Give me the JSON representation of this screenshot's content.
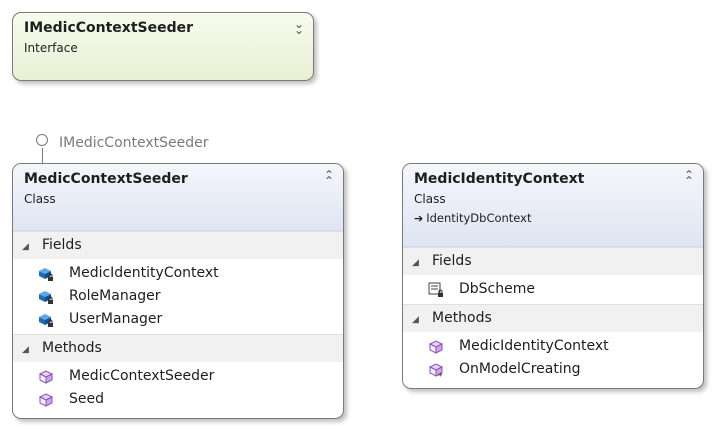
{
  "interface_shape": {
    "title": "IMedicContextSeeder",
    "kind": "Interface"
  },
  "lollipop": {
    "label": "IMedicContextSeeder"
  },
  "seeder_class": {
    "title": "MedicContextSeeder",
    "kind": "Class",
    "fields_label": "Fields",
    "fields": [
      "MedicIdentityContext",
      "RoleManager",
      "UserManager"
    ],
    "methods_label": "Methods",
    "methods": [
      "MedicContextSeeder",
      "Seed"
    ]
  },
  "identity_class": {
    "title": "MedicIdentityContext",
    "kind": "Class",
    "base": "IdentityDbContext",
    "fields_label": "Fields",
    "fields": [
      "DbScheme"
    ],
    "methods_label": "Methods",
    "methods": [
      "MedicIdentityContext",
      "OnModelCreating"
    ]
  },
  "colors": {
    "field_icon": "#1e6bb8",
    "method_icon": "#8a52b8",
    "interface_header": "#e7f0d3",
    "class_header": "#dfe5f2"
  }
}
